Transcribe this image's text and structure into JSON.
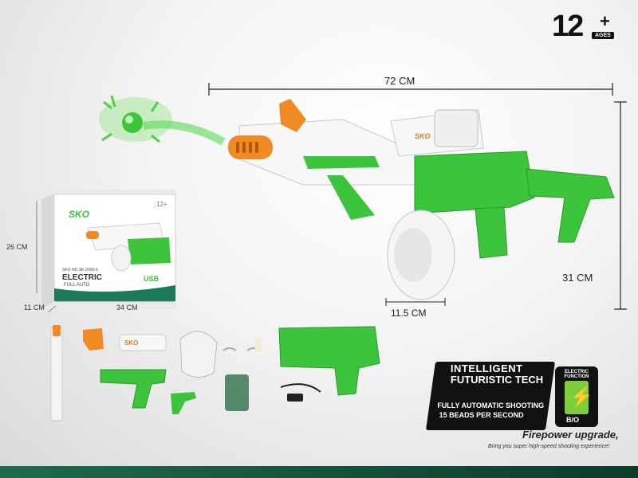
{
  "age": {
    "number": "12",
    "plus": "+",
    "label": "AGES"
  },
  "dimensions": {
    "length": "72 CM",
    "height": "31 CM",
    "drum": "11.5 CM",
    "box_height": "26 CM",
    "box_depth": "11 CM",
    "box_width": "34 CM"
  },
  "gun": {
    "brand": "SKO"
  },
  "box": {
    "logo": "SKO",
    "model": "SKO NO.SK-2000-5",
    "title": "ELECTRIC",
    "subtitle": "FULL AUTO",
    "age": "12+",
    "usb": "USB"
  },
  "feature": {
    "line1": "INTELLIGENT",
    "line2": "FUTURISTIC TECH",
    "line3": "FULLY AUTOMATIC SHOOTING",
    "line4": "15 BEADS PER SECOND"
  },
  "electric": {
    "header": "ELECTRIC FUNCTION",
    "label": "B/O"
  },
  "tagline": {
    "headline": "Firepower upgrade,",
    "sub": "Bring you super high-speed shooting experience!"
  },
  "colors": {
    "green": "#3cc43c",
    "orange": "#f08a24",
    "white": "#f7f7f7"
  }
}
